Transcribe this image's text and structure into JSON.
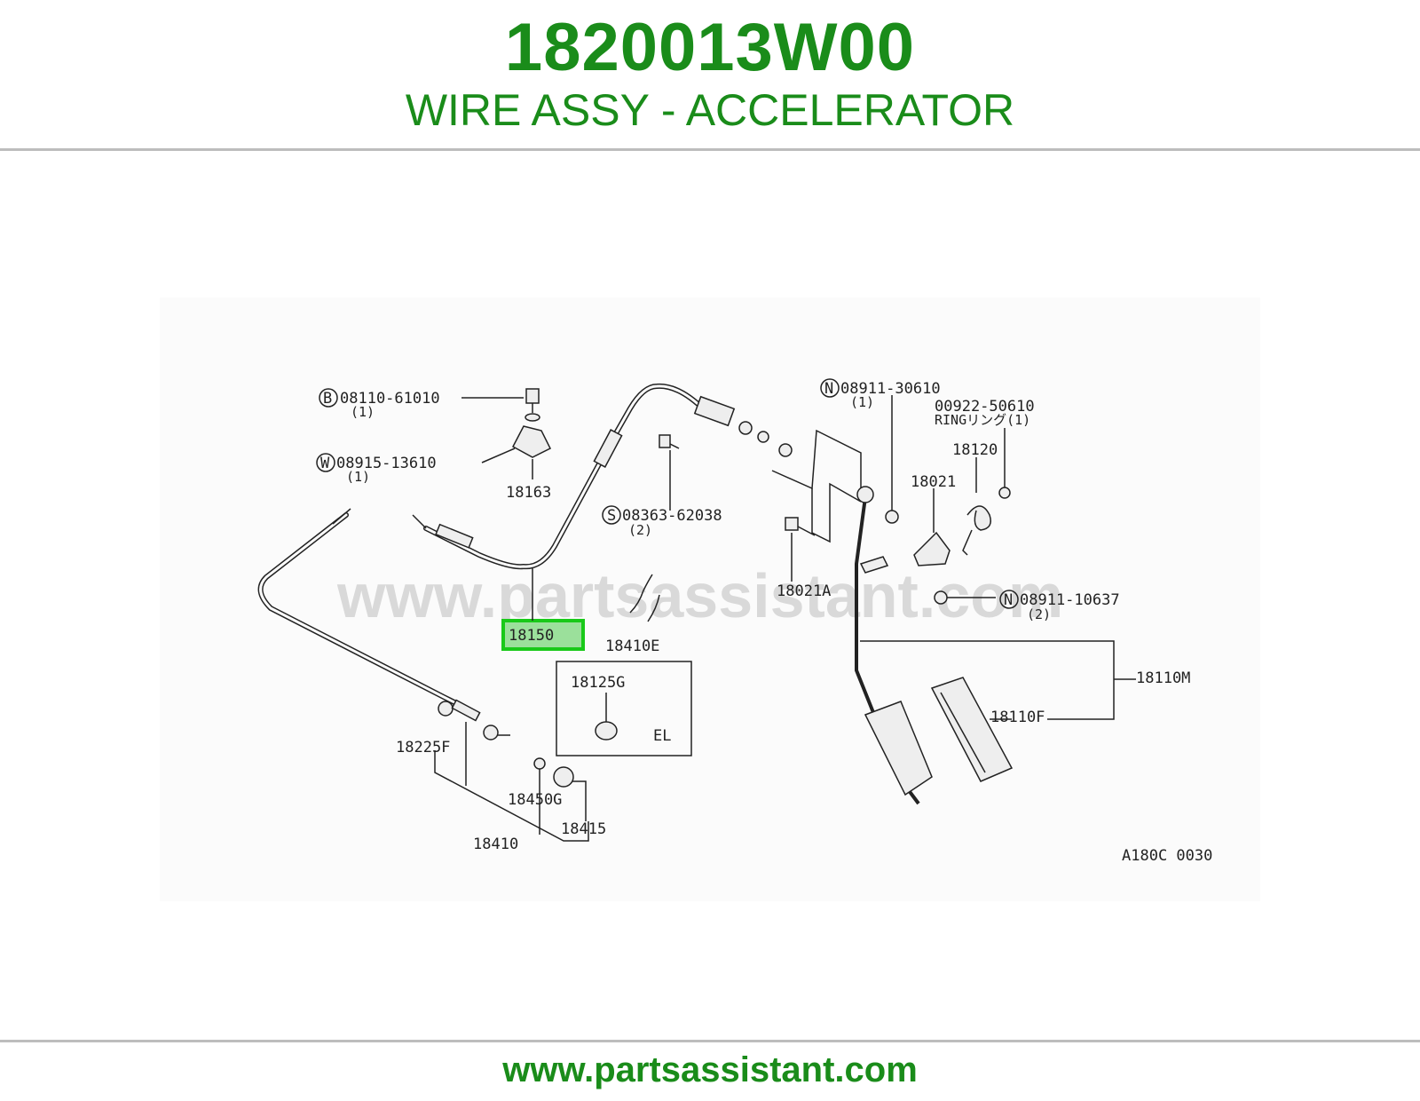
{
  "header": {
    "part_number": "1820013W00",
    "description": "WIRE ASSY - ACCELERATOR"
  },
  "watermark": "www.partsassistant.com",
  "footer": {
    "url": "www.partsassistant.com"
  },
  "colors": {
    "brand_green": "#1a8c1a",
    "highlight_border": "#19c919",
    "highlight_fill": "#9be09b"
  },
  "diagram": {
    "code": "A180C 0030",
    "highlighted": "18150",
    "labels": {
      "l_08110": "08110-61010",
      "l_08110_q": "(1)",
      "l_08915": "08915-13610",
      "l_08915_q": "(1)",
      "l_18163": "18163",
      "l_08363": "08363-62038",
      "l_08363_q": "(2)",
      "l_08911a": "08911-30610",
      "l_08911a_q": "(1)",
      "l_00922": "00922-50610",
      "l_ring": "RINGリング(1)",
      "l_18120": "18120",
      "l_18021": "18021",
      "l_18021A": "18021A",
      "l_08911b": "08911-10637",
      "l_08911b_q": "(2)",
      "l_18150": "18150",
      "l_18410E": "18410E",
      "l_18125G": "18125G",
      "l_EL": "EL",
      "l_18110M": "18110M",
      "l_18110F": "18110F",
      "l_18225F": "18225F",
      "l_18450G": "18450G",
      "l_18415": "18415",
      "l_18410": "18410"
    },
    "circled": {
      "b": "B",
      "w": "W",
      "s": "S",
      "n1": "N",
      "n2": "N"
    }
  }
}
